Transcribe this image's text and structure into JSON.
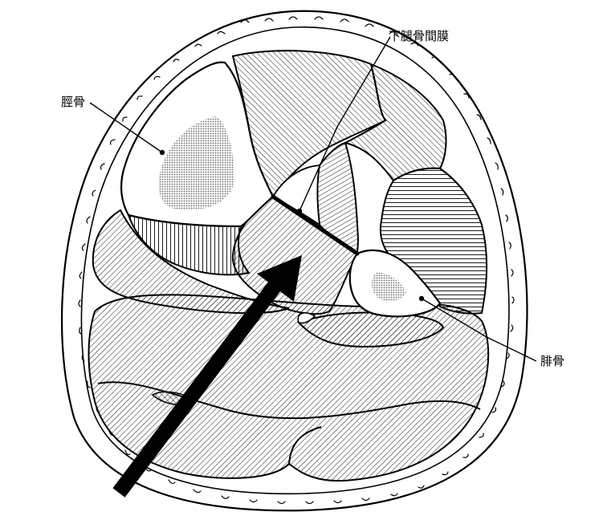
{
  "labels": {
    "tibia": "脛骨",
    "interosseous_membrane": "下腿骨間膜",
    "fibula": "腓骨"
  },
  "colors": {
    "ink": "#000000",
    "paper": "#ffffff",
    "bone_marrow": "#b8b8b8"
  }
}
